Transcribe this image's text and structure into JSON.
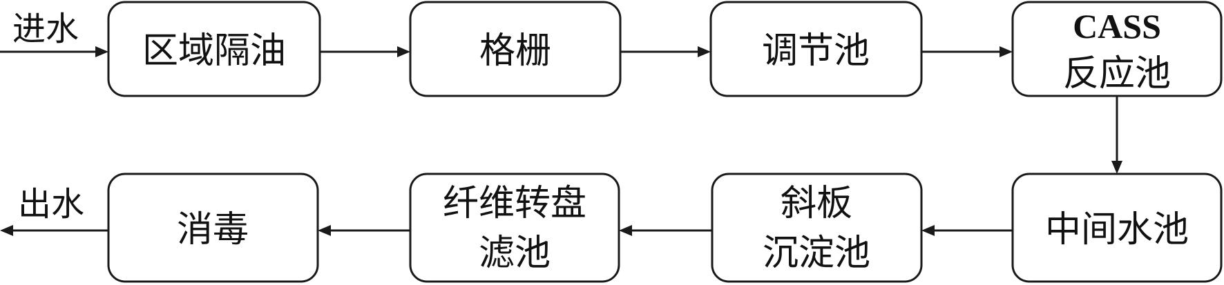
{
  "flow": {
    "input_label": "进水",
    "output_label": "出水",
    "nodes": {
      "area_oil_separation": "区域隔油",
      "grille": "格栅",
      "regulating_tank": "调节池",
      "cass_line1": "CASS",
      "cass_line2": "反应池",
      "intermediate_tank": "中间水池",
      "inclined_plate_line1": "斜板",
      "inclined_plate_line2": "沉淀池",
      "fiber_disc_line1": "纤维转盘",
      "fiber_disc_line2": "滤池",
      "disinfection": "消毒"
    }
  }
}
